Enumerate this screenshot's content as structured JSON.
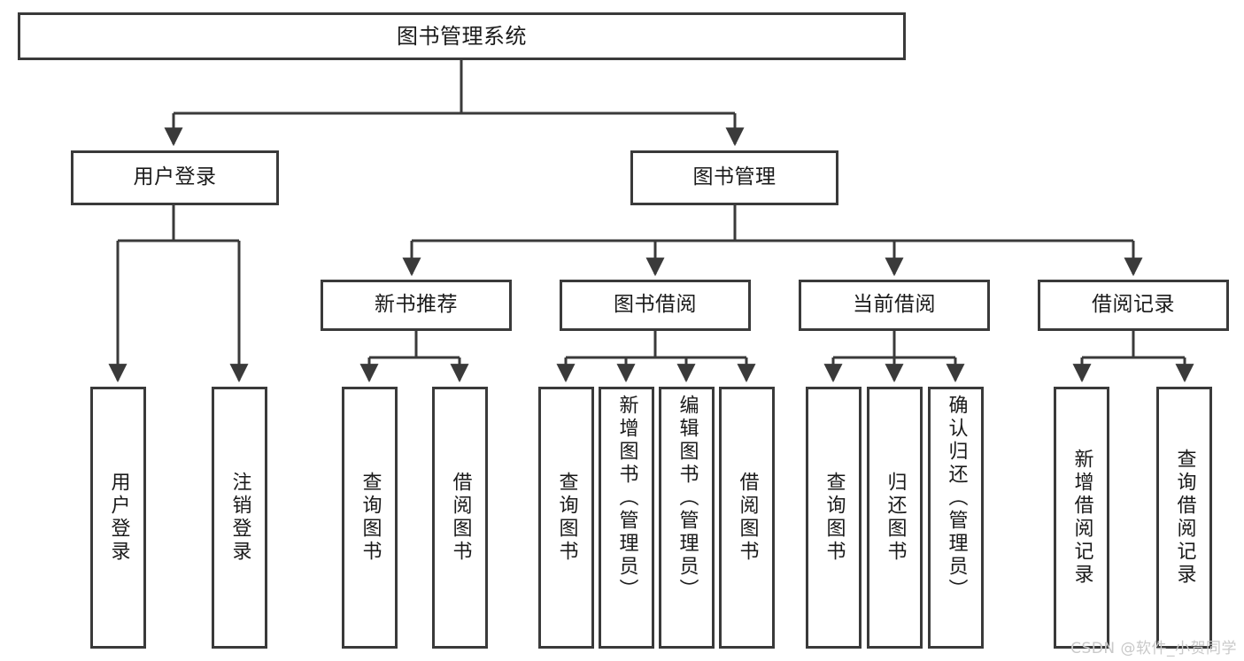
{
  "diagram": {
    "title": "图书管理系统",
    "type": "tree",
    "watermark": "CSDN @软件_小贺同学",
    "colors": {
      "box_border": "#3a3a3a",
      "box_fill": "#ffffff",
      "edge": "#3a3a3a",
      "text": "#1a1a1a",
      "watermark": "#c9c9c9",
      "background": "#ffffff"
    },
    "levels": {
      "root": "图书管理系统",
      "level2": [
        "用户登录",
        "图书管理"
      ],
      "level3": [
        "新书推荐",
        "图书借阅",
        "当前借阅",
        "借阅记录"
      ]
    },
    "nodes": {
      "root": {
        "label": "图书管理系统"
      },
      "user_login": {
        "label": "用户登录"
      },
      "book_manage": {
        "label": "图书管理"
      },
      "new_book_rec": {
        "label": "新书推荐"
      },
      "book_borrow": {
        "label": "图书借阅"
      },
      "current_borrow": {
        "label": "当前借阅"
      },
      "borrow_record": {
        "label": "借阅记录"
      },
      "leaf_user_login": {
        "label": "用户登录"
      },
      "leaf_user_logout": {
        "label": "注销登录"
      },
      "leaf_rec_query": {
        "label": "查询图书"
      },
      "leaf_rec_borrow": {
        "label": "借阅图书"
      },
      "leaf_borrow_query": {
        "label": "查询图书"
      },
      "leaf_borrow_add": {
        "label": "新增图书（管理员）"
      },
      "leaf_borrow_edit": {
        "label": "编辑图书（管理员）"
      },
      "leaf_borrow_do": {
        "label": "借阅图书"
      },
      "leaf_cur_query": {
        "label": "查询图书"
      },
      "leaf_cur_return": {
        "label": "归还图书"
      },
      "leaf_cur_confirm": {
        "label": "确认归还（管理员）"
      },
      "leaf_rec_add": {
        "label": "新增借阅记录"
      },
      "leaf_rec_query2": {
        "label": "查询借阅记录"
      }
    }
  }
}
